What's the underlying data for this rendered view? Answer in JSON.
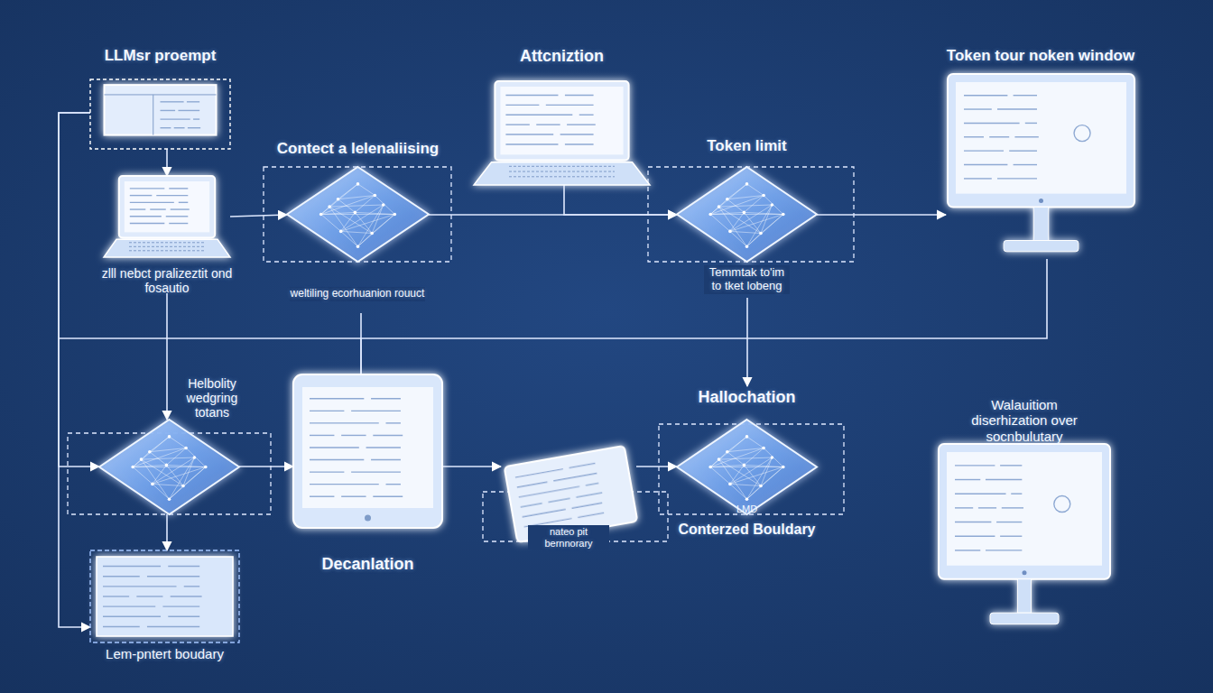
{
  "diagram": {
    "nodes": [
      {
        "text": [
          "LLMsr proempt"
        ]
      },
      {
        "text": [
          "zlll nebct pralizeztit ond fosautio"
        ]
      },
      {
        "text": [
          "Contect a lelenaliising",
          "weltiling ecorhuanion rouuct"
        ]
      },
      {
        "text": [
          "Attcniztion"
        ]
      },
      {
        "text": [
          "Token limit",
          "Temmtak to'im to tket lobeng"
        ]
      },
      {
        "text": [
          "Token tour noken window"
        ]
      },
      {
        "text": [
          "Helbolity wedgring totans"
        ]
      },
      {
        "text": [
          "Decanlation"
        ]
      },
      {
        "text": [
          "nateo pit bernnorary"
        ]
      },
      {
        "text": [
          "Hallochation",
          "LMD",
          "Conterzed Bouldary"
        ]
      },
      {
        "text": [
          "Walauitiom diserhization over socnbulutary"
        ]
      },
      {
        "text": [
          "Lem-pntert boudary"
        ]
      }
    ],
    "edges": [
      {
        "from": 0,
        "to": 1,
        "arrow": "to"
      },
      {
        "from": 1,
        "to": 2,
        "arrow": "to"
      },
      {
        "from": 2,
        "to": 4,
        "arrow": "to"
      },
      {
        "from": 3,
        "to": 4,
        "arrow": "to"
      },
      {
        "from": 4,
        "to": 5,
        "arrow": "to"
      },
      {
        "from": 4,
        "to": 9,
        "arrow": "to"
      },
      {
        "from": 1,
        "to": 6,
        "arrow": "to"
      },
      {
        "from": 6,
        "to": 7,
        "arrow": "to"
      },
      {
        "from": 7,
        "to": 8,
        "arrow": "to"
      },
      {
        "from": 8,
        "to": 9,
        "arrow": "to"
      },
      {
        "from": 6,
        "to": 11,
        "arrow": "to"
      },
      {
        "from": 0,
        "to": 6,
        "arrow": "to"
      },
      {
        "from": 0,
        "to": 11,
        "arrow": "to"
      },
      {
        "from": 2,
        "to": 7,
        "arrow": "none"
      },
      {
        "from": 5,
        "to": 7,
        "arrow": "none"
      }
    ]
  }
}
